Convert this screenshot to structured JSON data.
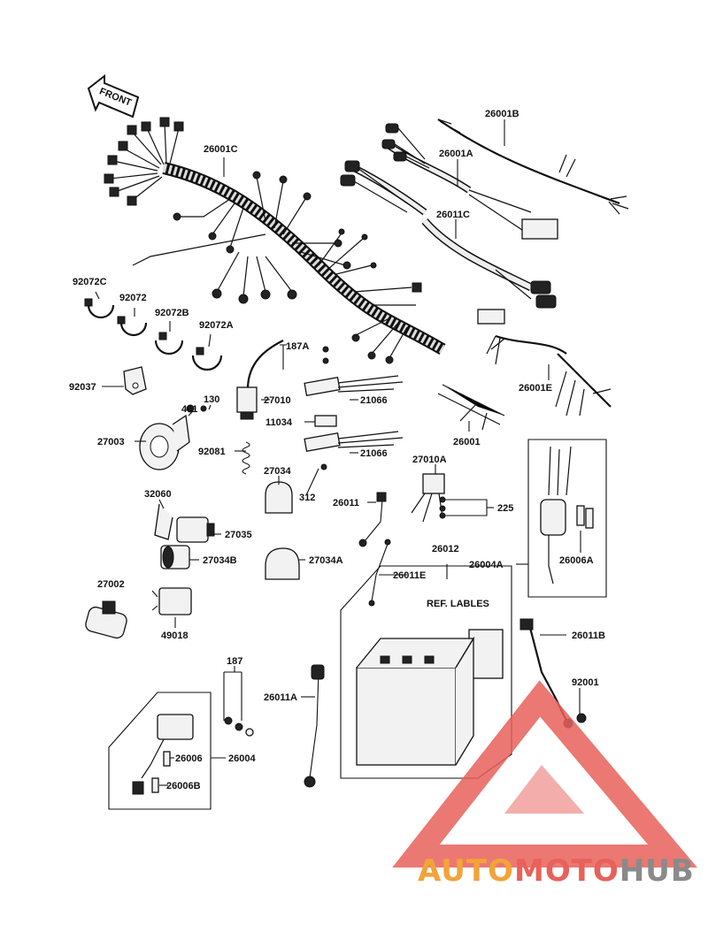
{
  "front_badge": "FRONT",
  "ref_labels_title": "REF. LABLES",
  "part_labels": {
    "p26001C": "26001C",
    "p26001B": "26001B",
    "p26001A": "26001A",
    "p26011C": "26011C",
    "p92072C": "92072C",
    "p92072": "92072",
    "p92072B": "92072B",
    "p92072A": "92072A",
    "p187A": "187A",
    "p92037": "92037",
    "p27010": "27010",
    "p21066a": "21066",
    "p26001E": "26001E",
    "p461": "461",
    "p130": "130",
    "p11034": "11034",
    "p27003": "27003",
    "p92081": "92081",
    "p21066b": "21066",
    "p26001": "26001",
    "p27034": "27034",
    "p27010A": "27010A",
    "p312": "312",
    "p32060": "32060",
    "p26011": "26011",
    "p225": "225",
    "p27035": "27035",
    "p26012": "26012",
    "p26004A": "26004A",
    "p27034B": "27034B",
    "p27034A": "27034A",
    "p26006A": "26006A",
    "p26011E": "26011E",
    "p27002": "27002",
    "p49018": "49018",
    "p26011B": "26011B",
    "p187": "187",
    "p26011A": "26011A",
    "p92001": "92001",
    "p26006": "26006",
    "p26004": "26004",
    "p26006B": "26006B"
  },
  "watermark": {
    "part1": "AUTO",
    "part2": "MOTO",
    "part3": "HUB",
    "color_orange": "#f2a33a",
    "color_red": "#e8615a",
    "color_gray": "#8a8a8a"
  }
}
